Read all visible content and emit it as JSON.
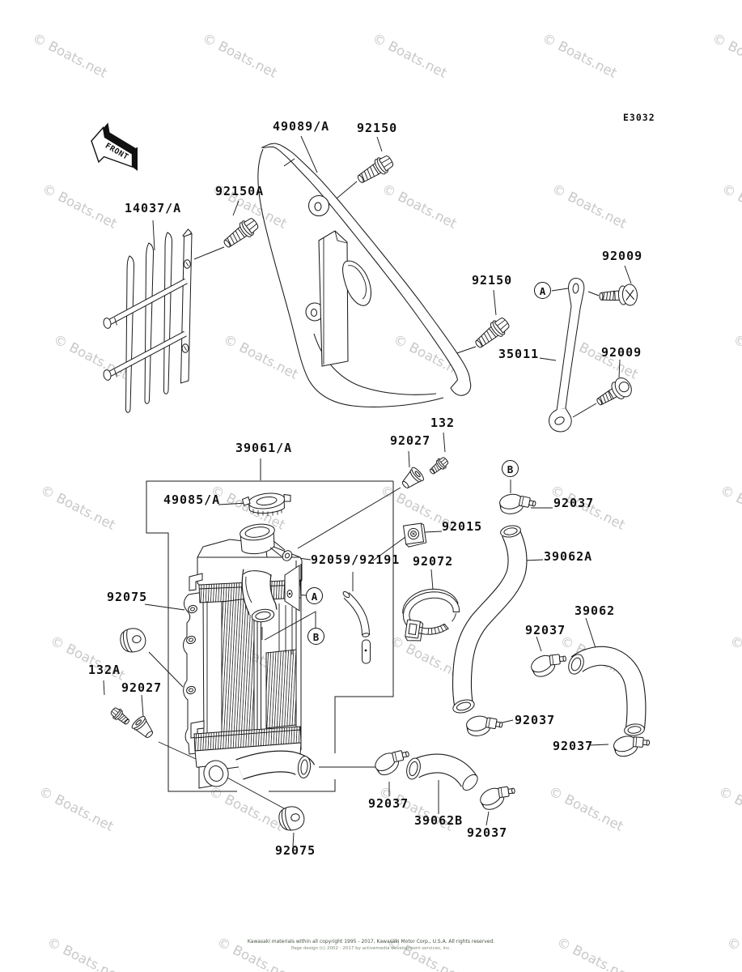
{
  "watermark": {
    "text": "© Boats.net",
    "color": "#c9c9c9"
  },
  "diagram_code": "E3032",
  "front_arrow": {
    "text": "FRONT"
  },
  "callouts": {
    "a": "A",
    "b": "B"
  },
  "part_labels": [
    {
      "part": "49089/A"
    },
    {
      "part": "92150"
    },
    {
      "part": "92150A"
    },
    {
      "part": "14037/A"
    },
    {
      "part": "92150"
    },
    {
      "part": "92009"
    },
    {
      "part": "35011"
    },
    {
      "part": "92009"
    },
    {
      "part": "39061/A"
    },
    {
      "part": "132"
    },
    {
      "part": "92027"
    },
    {
      "part": "49085/A"
    },
    {
      "part": "92037"
    },
    {
      "part": "92015"
    },
    {
      "part": "39062A"
    },
    {
      "part": "92059/92191"
    },
    {
      "part": "92072"
    },
    {
      "part": "92075"
    },
    {
      "part": "39062"
    },
    {
      "part": "92037"
    },
    {
      "part": "132A"
    },
    {
      "part": "92027"
    },
    {
      "part": "92037"
    },
    {
      "part": "92037"
    },
    {
      "part": "92037"
    },
    {
      "part": "39062B"
    },
    {
      "part": "92037"
    },
    {
      "part": "92075"
    }
  ],
  "footer": {
    "line1": "Kawasaki materials within all copyright 1995 - 2017, Kawasaki Motor Corp., U.S.A. All rights reserved.",
    "line2": "Page design (c) 2002 - 2017 by activemedia development services, inc."
  },
  "colors": {
    "ink": "#1a1a1a",
    "background": "#ffffff"
  }
}
